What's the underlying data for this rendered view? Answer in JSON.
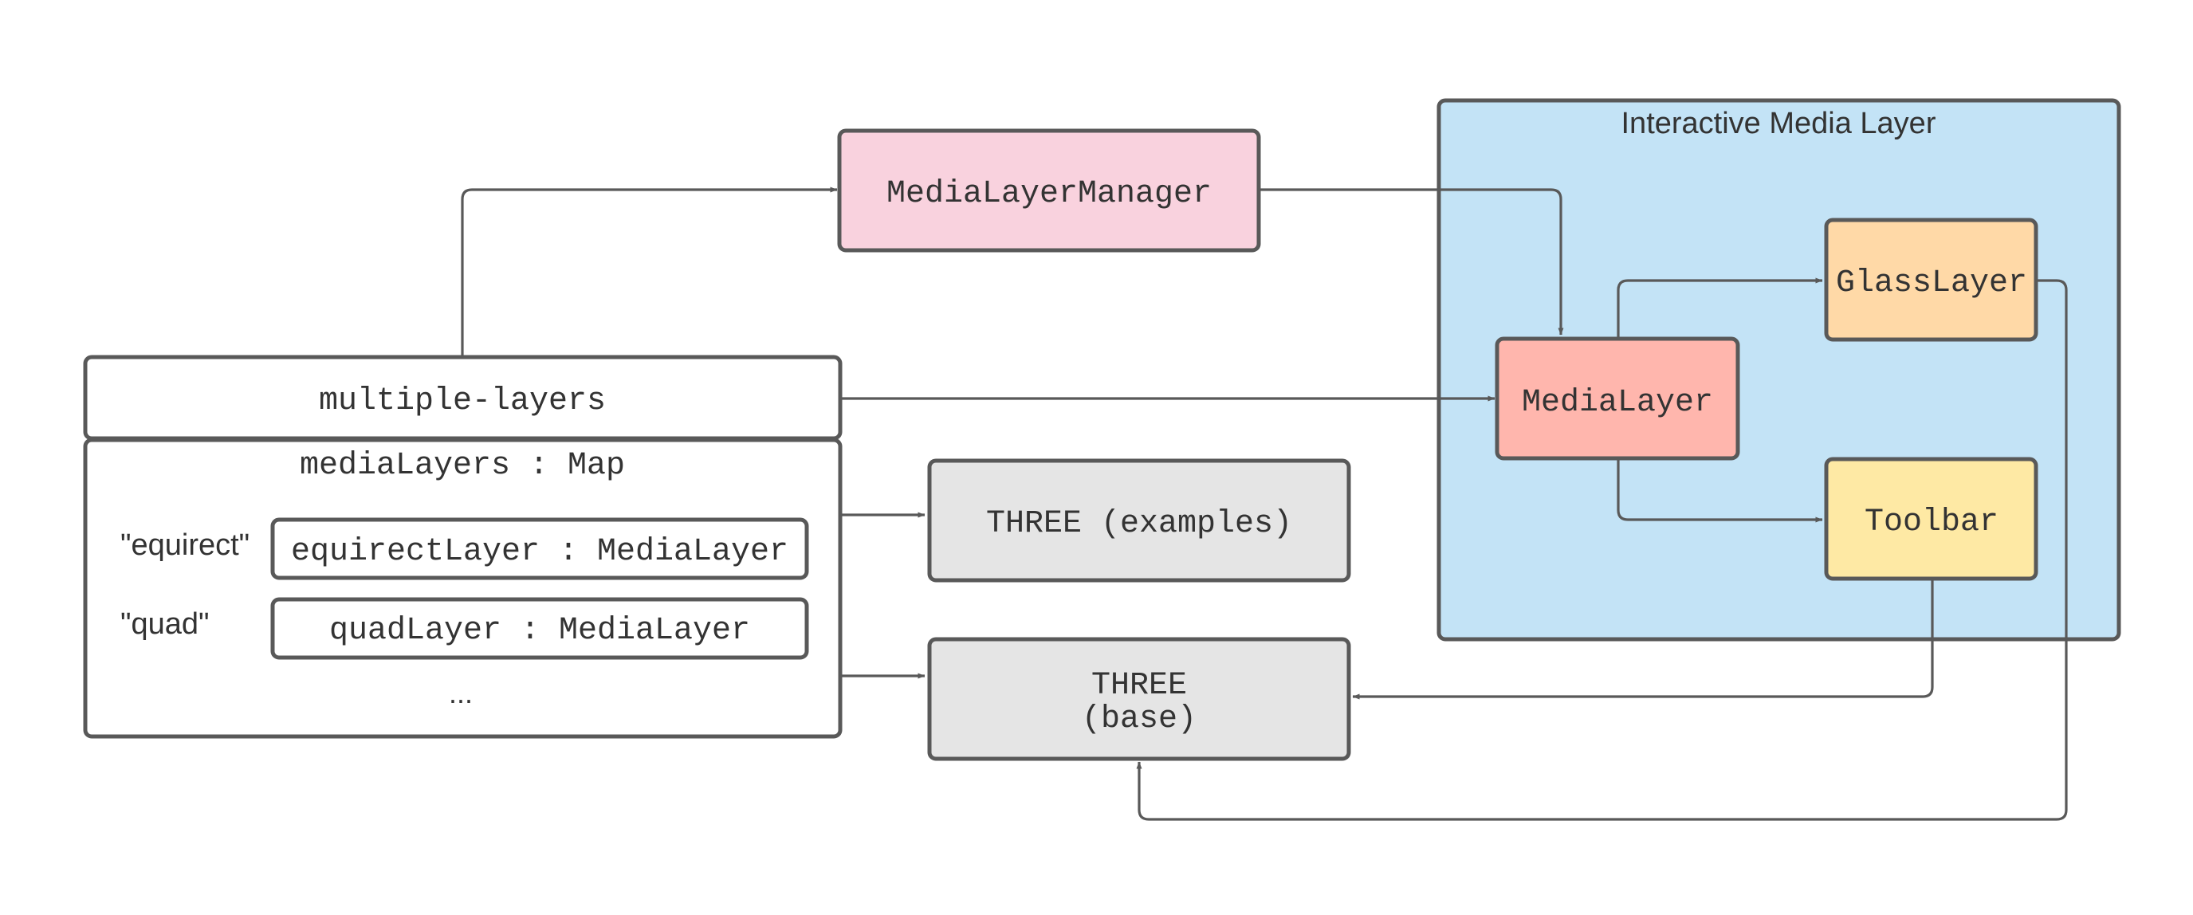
{
  "container": {
    "title": "Interactive Media Layer",
    "fill": "#c3e3f6"
  },
  "nodes": {
    "media_layer_manager": {
      "label": "MediaLayerManager",
      "fill": "#f9d2de"
    },
    "multiple_layers": {
      "label": "multiple-layers",
      "fill": "#ffffff"
    },
    "media_layers_map": {
      "label": "mediaLayers : Map",
      "fill": "#ffffff",
      "entries": [
        {
          "key": "\"equirect\"",
          "value": "equirectLayer : MediaLayer"
        },
        {
          "key": "\"quad\"",
          "value": "quadLayer : MediaLayer"
        }
      ],
      "ellipsis": "..."
    },
    "three_examples": {
      "label": "THREE (examples)",
      "fill": "#e5e5e5"
    },
    "three_base": {
      "label_line1": "THREE",
      "label_line2": "(base)",
      "fill": "#e5e5e5"
    },
    "media_layer": {
      "label": "MediaLayer",
      "fill": "#ffb6ad"
    },
    "glass_layer": {
      "label": "GlassLayer",
      "fill": "#ffd9a7"
    },
    "toolbar": {
      "label": "Toolbar",
      "fill": "#fee9a4"
    }
  },
  "edges": [
    {
      "from": "multiple-layers",
      "to": "MediaLayerManager"
    },
    {
      "from": "MediaLayerManager",
      "to": "MediaLayer"
    },
    {
      "from": "multiple-layers",
      "to": "MediaLayer"
    },
    {
      "from": "MediaLayer",
      "to": "GlassLayer"
    },
    {
      "from": "MediaLayer",
      "to": "Toolbar"
    },
    {
      "from": "mediaLayers : Map",
      "to": "THREE (examples)"
    },
    {
      "from": "mediaLayers : Map",
      "to": "THREE (base)"
    },
    {
      "from": "Toolbar",
      "to": "THREE (base)"
    },
    {
      "from": "GlassLayer",
      "to": "THREE (base)"
    }
  ],
  "colors": {
    "stroke": "#595959",
    "text": "#333333"
  }
}
